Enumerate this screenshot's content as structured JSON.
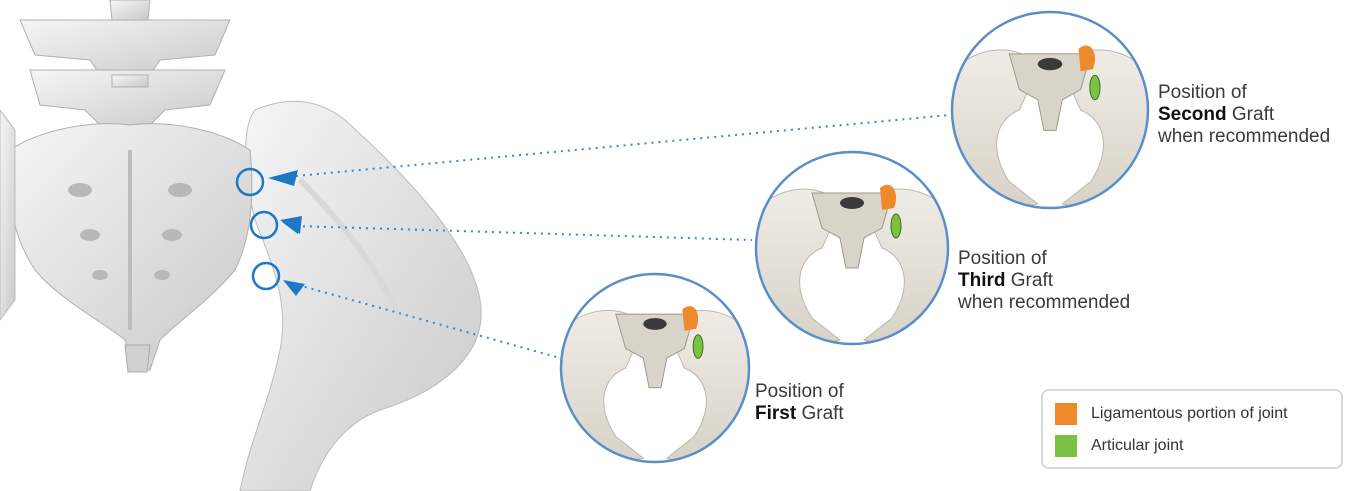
{
  "colors": {
    "bone": "#e6e2da",
    "bone_shadow": "#bdb8ae",
    "spine": "#d4d4d4",
    "spine_shadow": "#a9a9a9",
    "circle_border": "#5b8ec8",
    "marker": "#1f78c4",
    "dotted_line": "#3a86c8",
    "ligamentous": "#ef8a2c",
    "articular": "#7cc242"
  },
  "callouts": [
    {
      "id": "second",
      "line1": "Position of",
      "bold": "Second",
      "rest": " Graft",
      "line3": "when recommended"
    },
    {
      "id": "third",
      "line1": "Position of",
      "bold": "Third",
      "rest": " Graft",
      "line3": "when recommended"
    },
    {
      "id": "first",
      "line1": "Position of",
      "bold": "First",
      "rest": " Graft",
      "line3": ""
    }
  ],
  "legend": {
    "items": [
      {
        "label": "Ligamentous portion of joint",
        "color": "#ef8a2c"
      },
      {
        "label": "Articular joint",
        "color": "#7cc242"
      }
    ]
  }
}
